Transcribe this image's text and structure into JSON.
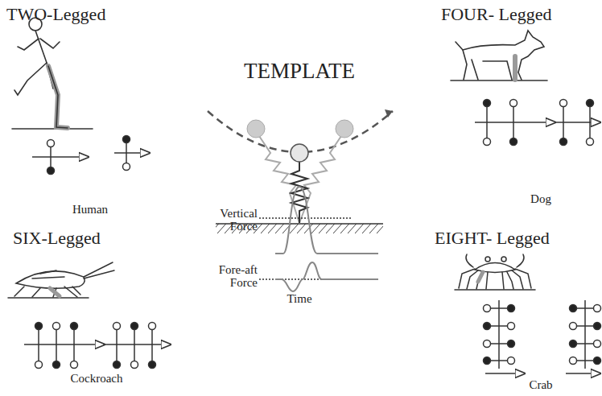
{
  "diagram": {
    "labels": [
      "TWO-Legged",
      "FOUR- Legged",
      "TEMPLATE",
      "SIX-Legged",
      "EIGHT- Legged",
      "Human",
      "Dog",
      "Cockroach",
      "Crab",
      "Vertical Force",
      "Fore-aft Force",
      "Time"
    ]
  }
}
